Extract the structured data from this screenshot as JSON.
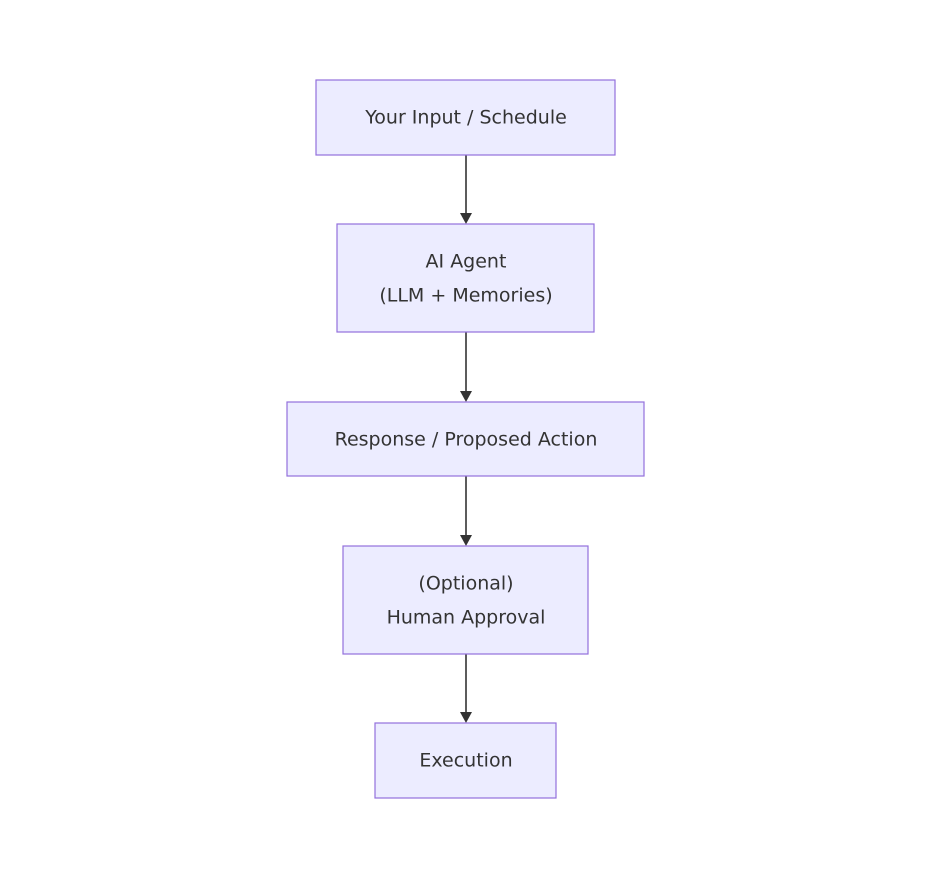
{
  "diagram": {
    "type": "flowchart",
    "colors": {
      "node_fill": "#ececff",
      "node_stroke": "#9370db",
      "text": "#333333",
      "edge": "#333333",
      "background": "#ffffff"
    },
    "nodes": [
      {
        "id": "input",
        "lines": [
          "Your Input / Schedule"
        ]
      },
      {
        "id": "agent",
        "lines": [
          "AI Agent",
          "(LLM + Memories)"
        ]
      },
      {
        "id": "response",
        "lines": [
          "Response / Proposed Action"
        ]
      },
      {
        "id": "approval",
        "lines": [
          "(Optional)",
          "Human Approval"
        ]
      },
      {
        "id": "execution",
        "lines": [
          "Execution"
        ]
      }
    ],
    "edges": [
      {
        "from": "input",
        "to": "agent"
      },
      {
        "from": "agent",
        "to": "response"
      },
      {
        "from": "response",
        "to": "approval"
      },
      {
        "from": "approval",
        "to": "execution"
      }
    ]
  }
}
